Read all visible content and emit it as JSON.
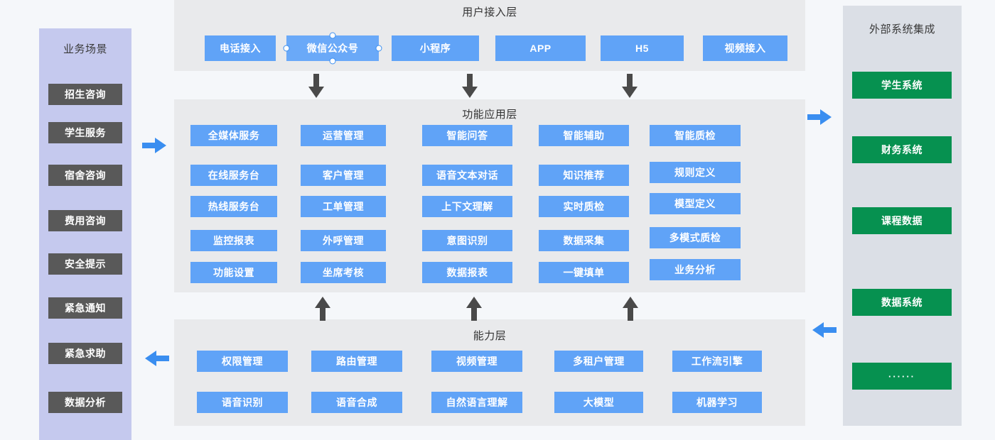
{
  "colors": {
    "canvas_bg": "#f5f7fa",
    "layer_panel_bg": "#e9eaec",
    "left_sidebar_bg": "#c5c9ee",
    "right_sidebar_bg": "#dbdfe6",
    "node_blue": "#60a3f7",
    "node_gray": "#595959",
    "node_green": "#069150",
    "arrow_blue": "#3a8ef0",
    "arrow_dark": "#4a4a4a",
    "selection_handle": "#3a8ef0"
  },
  "left_sidebar": {
    "title": "业务场景",
    "items": [
      {
        "label": "招生咨询"
      },
      {
        "label": "学生服务"
      },
      {
        "label": "宿舍咨询"
      },
      {
        "label": "费用咨询"
      },
      {
        "label": "安全提示"
      },
      {
        "label": "紧急通知"
      },
      {
        "label": "紧急求助"
      },
      {
        "label": "数据分析"
      }
    ]
  },
  "right_sidebar": {
    "title": "外部系统集成",
    "items": [
      {
        "label": "学生系统"
      },
      {
        "label": "财务系统"
      },
      {
        "label": "课程数据"
      },
      {
        "label": "数据系统"
      },
      {
        "label": "······"
      }
    ]
  },
  "layers": [
    {
      "id": "user-access-layer",
      "title": "用户接入层",
      "rows": [
        [
          {
            "label": "电话接入",
            "selected": false
          },
          {
            "label": "微信公众号",
            "selected": true
          },
          {
            "label": "小程序",
            "selected": false
          },
          {
            "label": "APP",
            "selected": false
          },
          {
            "label": "H5",
            "selected": false
          },
          {
            "label": "视频接入",
            "selected": false
          }
        ]
      ]
    },
    {
      "id": "function-application-layer",
      "title": "功能应用层",
      "columns": [
        {
          "items": [
            "全媒体服务",
            "在线服务台",
            "热线服务台",
            "监控报表",
            "功能设置"
          ]
        },
        {
          "items": [
            "运营管理",
            "客户管理",
            "工单管理",
            "外呼管理",
            "坐席考核"
          ]
        },
        {
          "items": [
            "智能问答",
            "语音文本对话",
            "上下文理解",
            "意图识别",
            "数据报表"
          ]
        },
        {
          "items": [
            "智能辅助",
            "知识推荐",
            "实时质检",
            "数据采集",
            "一键填单"
          ]
        },
        {
          "items": [
            "智能质检",
            "规则定义",
            "模型定义",
            "多模式质检",
            "业务分析"
          ]
        }
      ]
    },
    {
      "id": "capability-layer",
      "title": "能力层",
      "rows": [
        [
          "权限管理",
          "路由管理",
          "视频管理",
          "多租户管理",
          "工作流引擎"
        ],
        [
          "语音识别",
          "语音合成",
          "自然语言理解",
          "大模型",
          "机器学习"
        ]
      ]
    }
  ],
  "connectors": {
    "down_arrows": [
      {
        "name": "down-arrow-1"
      },
      {
        "name": "down-arrow-2"
      },
      {
        "name": "down-arrow-3"
      }
    ],
    "up_arrows": [
      {
        "name": "up-arrow-1"
      },
      {
        "name": "up-arrow-2"
      },
      {
        "name": "up-arrow-3"
      }
    ],
    "side_arrows": [
      {
        "name": "left-scenario-to-function-arrow",
        "direction": "right"
      },
      {
        "name": "left-function-to-scenario-arrow",
        "direction": "left"
      },
      {
        "name": "right-function-to-external-arrow",
        "direction": "right"
      },
      {
        "name": "right-external-to-capability-arrow",
        "direction": "left"
      }
    ]
  }
}
